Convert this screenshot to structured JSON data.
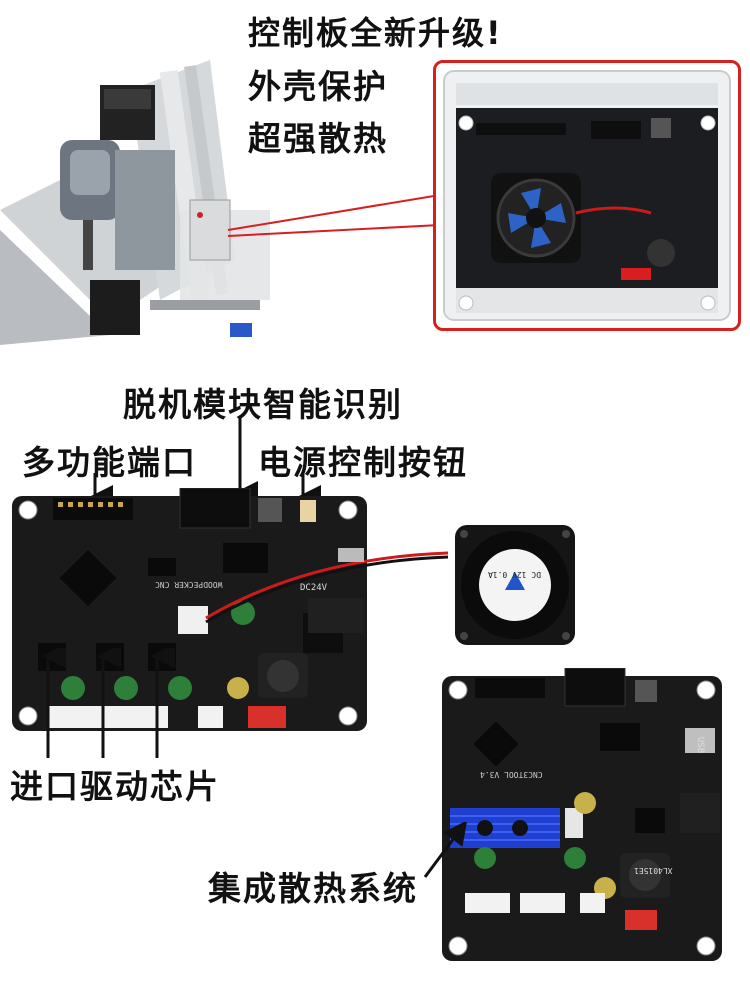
{
  "top": {
    "headline": "控制板全新升级!",
    "feature_1": "外壳保护",
    "feature_2": "超强散热"
  },
  "callouts": {
    "offline_module": "脱机模块智能识别",
    "multi_port": "多功能端口",
    "power_button": "电源控制按钮",
    "driver_chips": "进口驱动芯片",
    "heat_system": "集成散热系统"
  },
  "board_text": {
    "brand": "WOODPECKER CNC",
    "model": "CNC3TOOL V3.4",
    "power_label": "DC24V",
    "usb_label": "USB",
    "fan_label": "DC 12V 0.1A",
    "heatsink_badge": "XL4015E1"
  },
  "colors": {
    "highlight_border": "#d81e1e",
    "board": "#1a1a1a",
    "heatsink": "#1f3fd0",
    "fan_wire_red": "#cc1b1b"
  }
}
